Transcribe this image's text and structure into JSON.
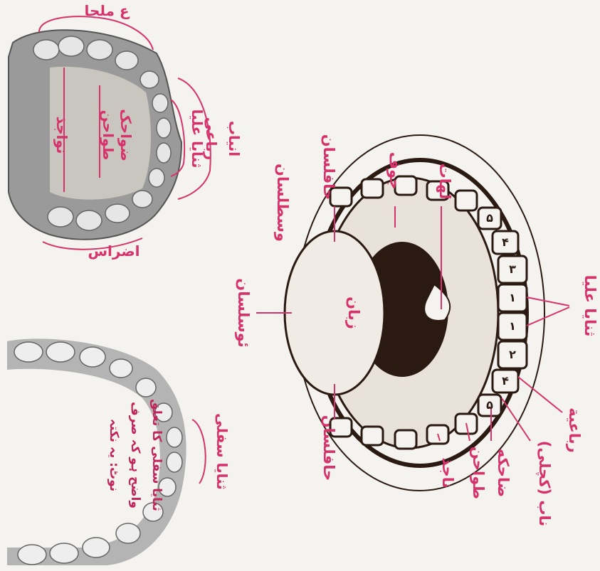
{
  "colors": {
    "label": "#d6336c",
    "photo_bg": "#8f8f8f",
    "ink": "#2b1a12",
    "paper": "#f4f3ef"
  },
  "upper_jaw_labels": {
    "anterior": "انیاب",
    "incisors_lateral": "رباعی",
    "incisors_central": "ثنایا علیا",
    "premolars": "ضواحک",
    "molars_mid": "طواحن",
    "wisdom": "نواجذ",
    "molars": "اضراس",
    "left_group": "ع ملجا"
  },
  "mouth_labels": {
    "tongue": "زبان",
    "tongue_root": "ئوسلسان",
    "tongue_mid": "وسطلسان",
    "tongue_side_top": "حافلسان",
    "tongue_side_bottom": "حافلسان",
    "uvula": "لهات",
    "palate": "جوف",
    "upper_central_incisors": "ثنایا علیا",
    "lateral_incisor": "رباعیة",
    "canine": "ناب (کچلی)",
    "premolar": "ضاحکه",
    "molars": "طواحن",
    "wisdom": "ناجذ",
    "tooth_num_1": "۱",
    "tooth_num_2": "۲",
    "tooth_num_3": "۳",
    "tooth_num_4": "۴",
    "tooth_num_5": "۵"
  },
  "lower_jaw_labels": {
    "title": "ثنایا سفلی",
    "note_1": "ثنایا سفلی کا تعلق",
    "note_2": "واضح ہو کہ صرف",
    "note_3": "نوٹ: یہ نکتہ"
  }
}
